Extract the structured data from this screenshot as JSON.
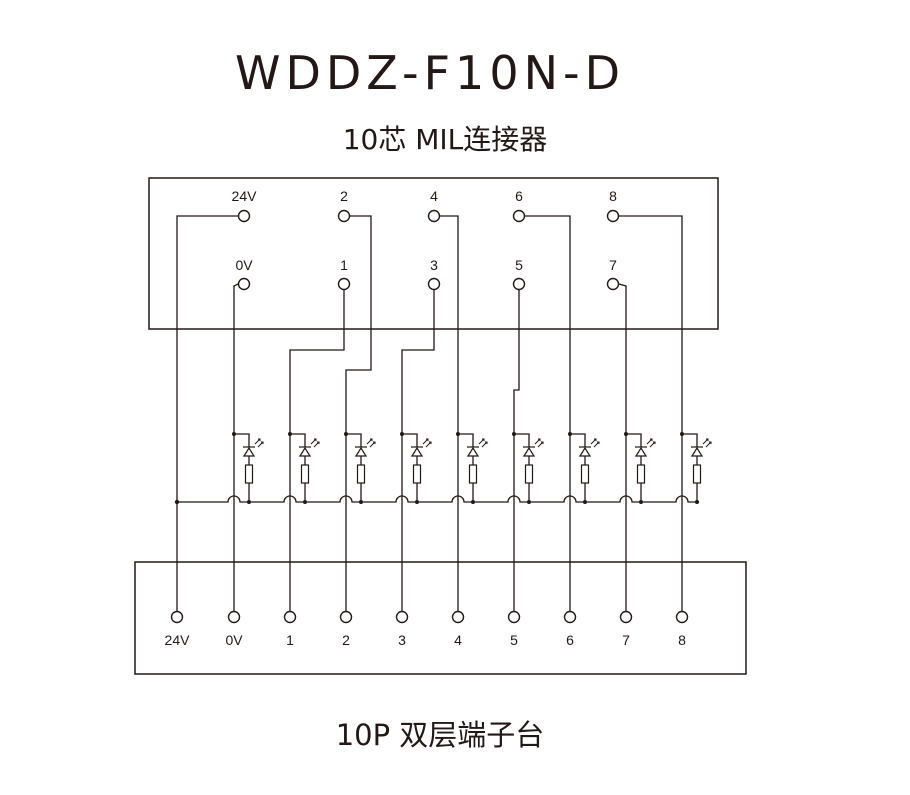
{
  "title": "WDDZ-F10N-D",
  "subtitle": "10芯 MIL连接器",
  "footer": "10P 双层端子台",
  "colors": {
    "line": "#231815",
    "background": "#ffffff"
  },
  "connector": {
    "top_row": [
      "24V",
      "2",
      "4",
      "6",
      "8"
    ],
    "bottom_row": [
      "0V",
      "1",
      "3",
      "5",
      "7"
    ]
  },
  "terminal_block": {
    "labels": [
      "24V",
      "0V",
      "1",
      "2",
      "3",
      "4",
      "5",
      "6",
      "7",
      "8"
    ]
  }
}
